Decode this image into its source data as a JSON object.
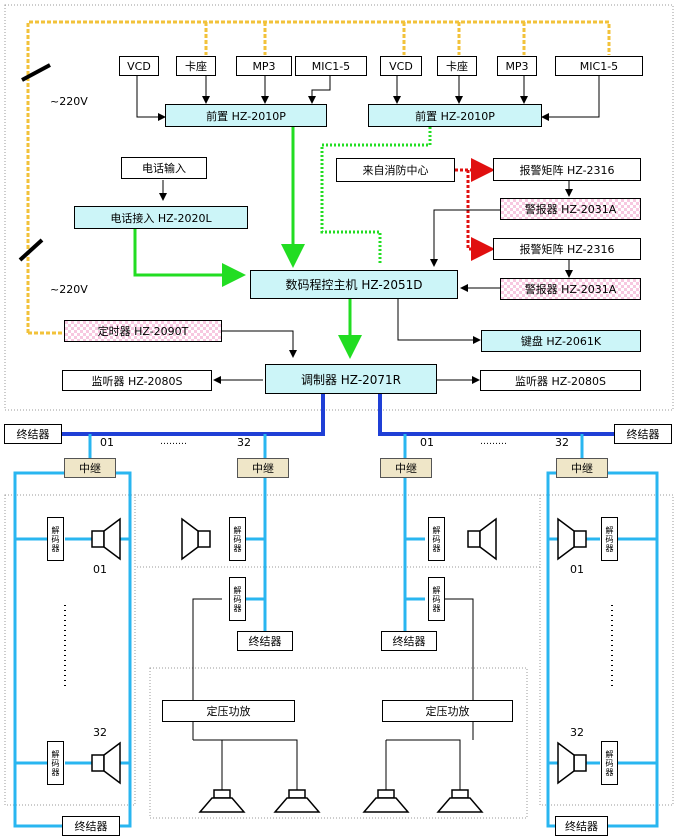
{
  "sources_left": [
    "VCD",
    "卡座",
    "MP3",
    "MIC1-5"
  ],
  "sources_right": [
    "VCD",
    "卡座",
    "MP3",
    "MIC1-5"
  ],
  "power_label": "~220V",
  "preamp_left": "前置 HZ-2010P",
  "preamp_right": "前置 HZ-2010P",
  "phone_input": "电话输入",
  "phone_interface": "电话接入 HZ-2020L",
  "fire_center": "来自消防中心",
  "alarm_matrix_1": "报警矩阵 HZ-2316",
  "alarm_1": "警报器 HZ-2031A",
  "alarm_matrix_2": "报警矩阵 HZ-2316",
  "alarm_2": "警报器 HZ-2031A",
  "main_host": "数码程控主机 HZ-2051D",
  "timer": "定时器 HZ-2090T",
  "keyboard": "键盘 HZ-2061K",
  "modulator": "调制器 HZ-2071R",
  "monitor_left": "监听器 HZ-2080S",
  "monitor_right": "监听器 HZ-2080S",
  "terminator": "终结器",
  "relay": "中继",
  "relay_num_01": "01",
  "relay_num_32": "32",
  "dots": "………",
  "decoder": "解码器",
  "amp": "定压功放",
  "zone_01": "01",
  "zone_32": "32",
  "colors": {
    "cyan_box": "#ccf5f8",
    "blue_bus": "#1f3fd6",
    "light_blue_line": "#29b6f0",
    "green_arrow": "#22dd22",
    "red_dotted": "#e01010",
    "yellow_power": "#f2c23a",
    "pink_box": "#f7c8e0"
  }
}
